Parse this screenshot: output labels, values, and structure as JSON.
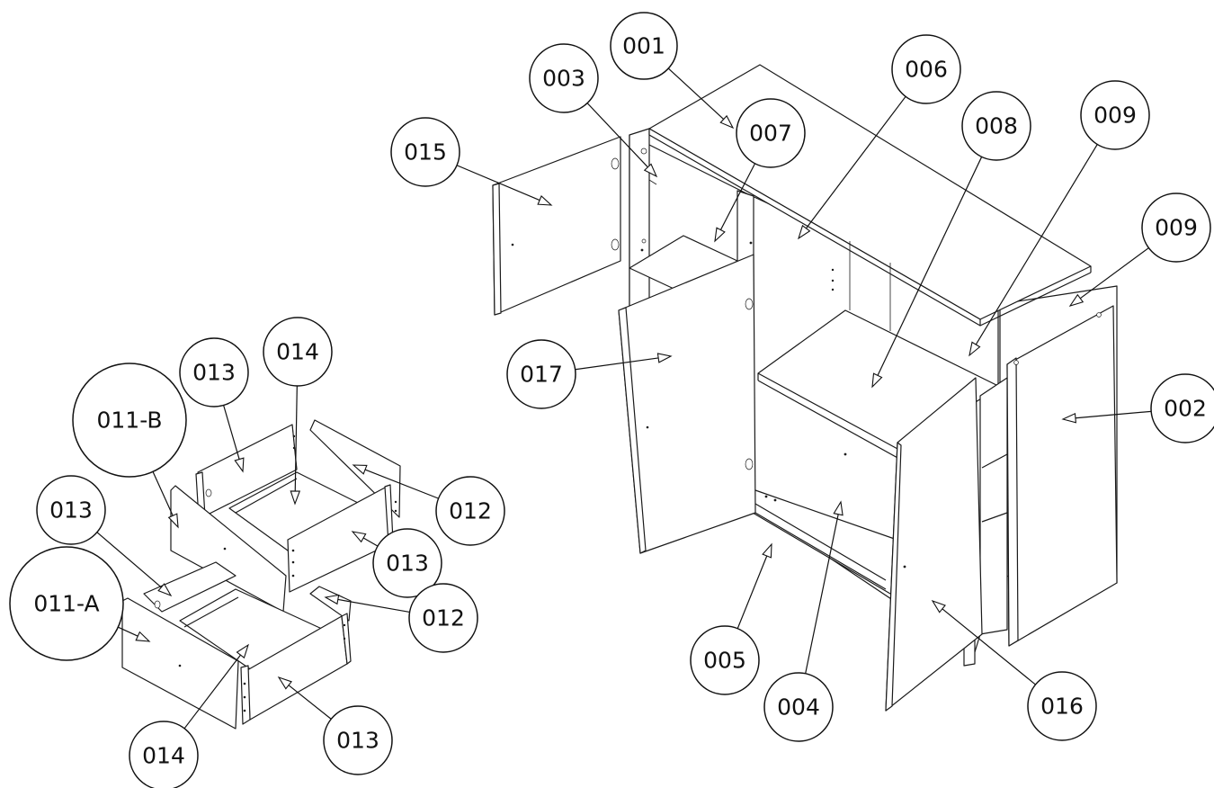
{
  "diagram": {
    "callouts": [
      {
        "id": "c001",
        "label": "001"
      },
      {
        "id": "c002",
        "label": "002"
      },
      {
        "id": "c003",
        "label": "003"
      },
      {
        "id": "c004",
        "label": "004"
      },
      {
        "id": "c005",
        "label": "005"
      },
      {
        "id": "c006",
        "label": "006"
      },
      {
        "id": "c007",
        "label": "007"
      },
      {
        "id": "c008",
        "label": "008"
      },
      {
        "id": "c009a",
        "label": "009"
      },
      {
        "id": "c009b",
        "label": "009"
      },
      {
        "id": "c015",
        "label": "015"
      },
      {
        "id": "c016",
        "label": "016"
      },
      {
        "id": "c017",
        "label": "017"
      },
      {
        "id": "c011b",
        "label": "011-B"
      },
      {
        "id": "c011a",
        "label": "011-A"
      },
      {
        "id": "c013a",
        "label": "013"
      },
      {
        "id": "c013b",
        "label": "013"
      },
      {
        "id": "c013c",
        "label": "013"
      },
      {
        "id": "c013d",
        "label": "013"
      },
      {
        "id": "c014a",
        "label": "014"
      },
      {
        "id": "c014b",
        "label": "014"
      },
      {
        "id": "c012a",
        "label": "012"
      },
      {
        "id": "c012b",
        "label": "012"
      }
    ]
  }
}
